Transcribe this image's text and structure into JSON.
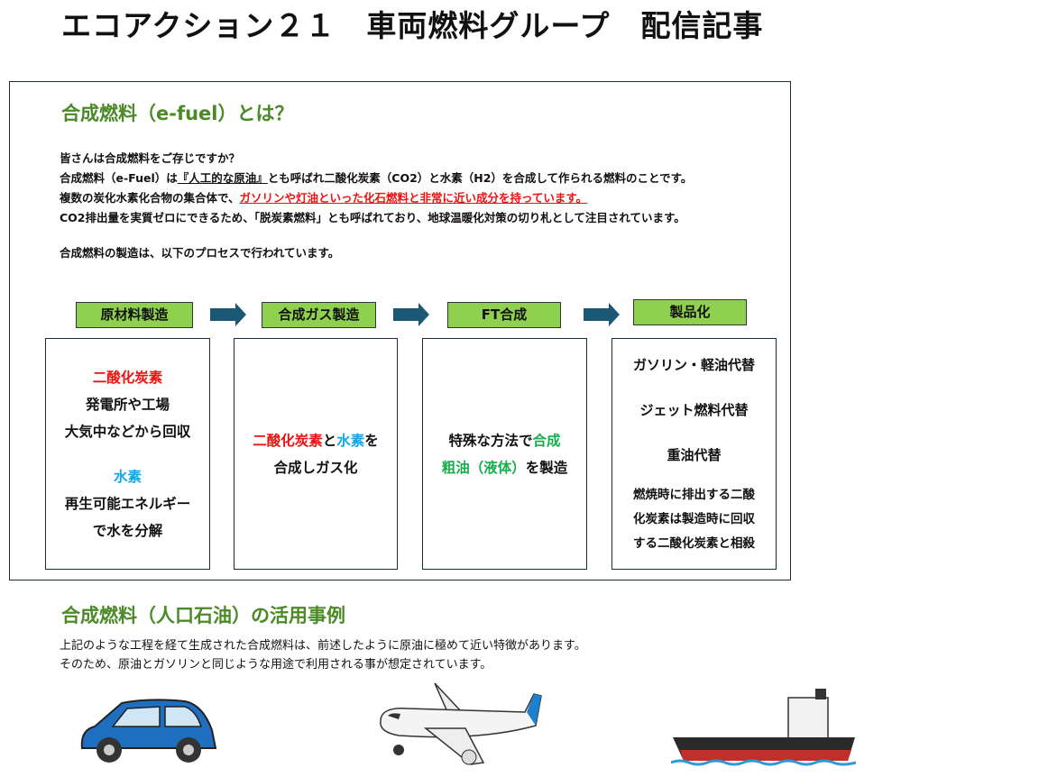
{
  "title": "エコアクション２１　車両燃料グループ　配信記事",
  "section1": {
    "heading": "合成燃料（e-fuel）とは？",
    "line1": "皆さんは合成燃料をご存じですか？",
    "line2a": "合成燃料（e-Fuel）は",
    "line2b": "『人工的な原油』",
    "line2c": "とも呼ばれ二酸化炭素（CO2）と水素（H2）を合成して作られる燃料のことです。",
    "line3a": "複数の炭化水素化合物の集合体で、",
    "line3b": "ガソリンや灯油といった化石燃料と非常に近い成分を持っています。",
    "line4": "CO2排出量を実質ゼロにできるため、「脱炭素燃料」とも呼ばれており、地球温暖化対策の切り札として注目されています。",
    "line5": "合成燃料の製造は、以下のプロセスで行われています。"
  },
  "steps": [
    "原材料製造",
    "合成ガス製造",
    "FT合成",
    "製品化"
  ],
  "box1": {
    "co2": "二酸化炭素",
    "l1": "発電所や工場",
    "l2": "大気中などから回収",
    "h2": "水素",
    "l3": "再生可能エネルギー",
    "l4": "で水を分解"
  },
  "box2": {
    "co2": "二酸化炭素",
    "and": "と",
    "h2": "水素",
    "wo": "を",
    "l2": "合成しガス化"
  },
  "box3": {
    "l1a": "特殊な方法で",
    "l1b": "合成",
    "l2a": "粗油（液体）",
    "l2b": "を製造"
  },
  "box4": {
    "l1": "ガソリン・軽油代替",
    "l2": "ジェット燃料代替",
    "l3": "重油代替",
    "l4": "燃焼時に排出する二酸",
    "l5": "化炭素は製造時に回収",
    "l6": "する二酸化炭素と相殺"
  },
  "section2": {
    "heading": "合成燃料（人口石油）の活用事例",
    "line1": "上記のような工程を経て生成された合成燃料は、前述したように原油に極めて近い特徴があります。",
    "line2": "そのため、原油とガソリンと同じような用途で利用される事が想定されています。"
  },
  "colors": {
    "green": "#4b8a27",
    "step": "#8fd14f",
    "arrow": "#1b5876",
    "red": "#f01010",
    "blue": "#12a6e8"
  }
}
